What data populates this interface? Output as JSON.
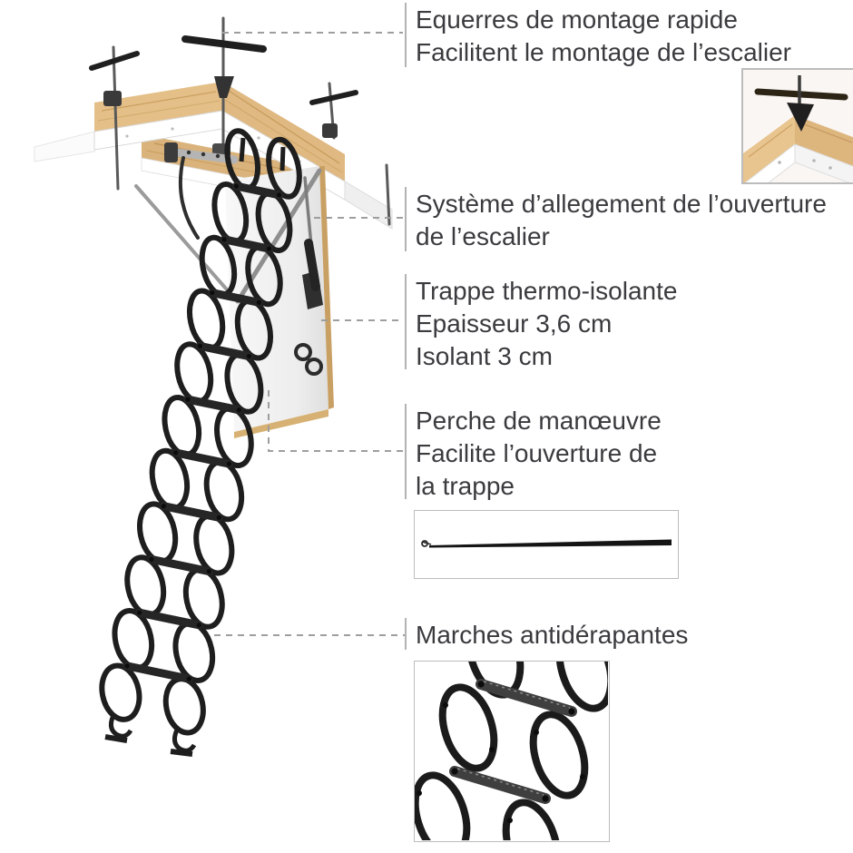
{
  "figure": {
    "description": "Annotated diagram of a scissor-type loft ladder with insulated trapdoor",
    "language": "fr"
  },
  "annotations": {
    "equerres": {
      "lines": [
        "Equerres de montage rapide",
        "Facilitent le montage de l’escalier"
      ]
    },
    "systeme": {
      "lines": [
        "Système d’allegement de l’ouverture",
        "de l’escalier"
      ]
    },
    "trappe": {
      "lines": [
        "Trappe thermo-isolante",
        "Epaisseur 3,6 cm",
        "Isolant 3 cm"
      ]
    },
    "perche": {
      "lines": [
        "Perche de manœuvre",
        "Facilite l’ouverture de",
        "la trappe"
      ]
    },
    "marches": {
      "lines": [
        "Marches antidérapantes"
      ]
    }
  },
  "icons": {
    "main_illustration": "loft-ladder-with-hatch-frame",
    "detail_top_right": "quick-mount-bracket-closeup",
    "detail_middle": "operating-pole",
    "detail_bottom": "anti-slip-steps-closeup"
  },
  "colors": {
    "wood": "#e4bf88",
    "wood_dark": "#d9b37b",
    "trim_white": "#ffffff",
    "ladder_black": "#1e1e1e",
    "metal_gray": "#9a9a9a",
    "leader_gray": "#9e9e9e",
    "text_gray": "#3b3b3f",
    "door_edge_tan": "#c9a063",
    "detail_border_gray": "#bcbcbc"
  }
}
